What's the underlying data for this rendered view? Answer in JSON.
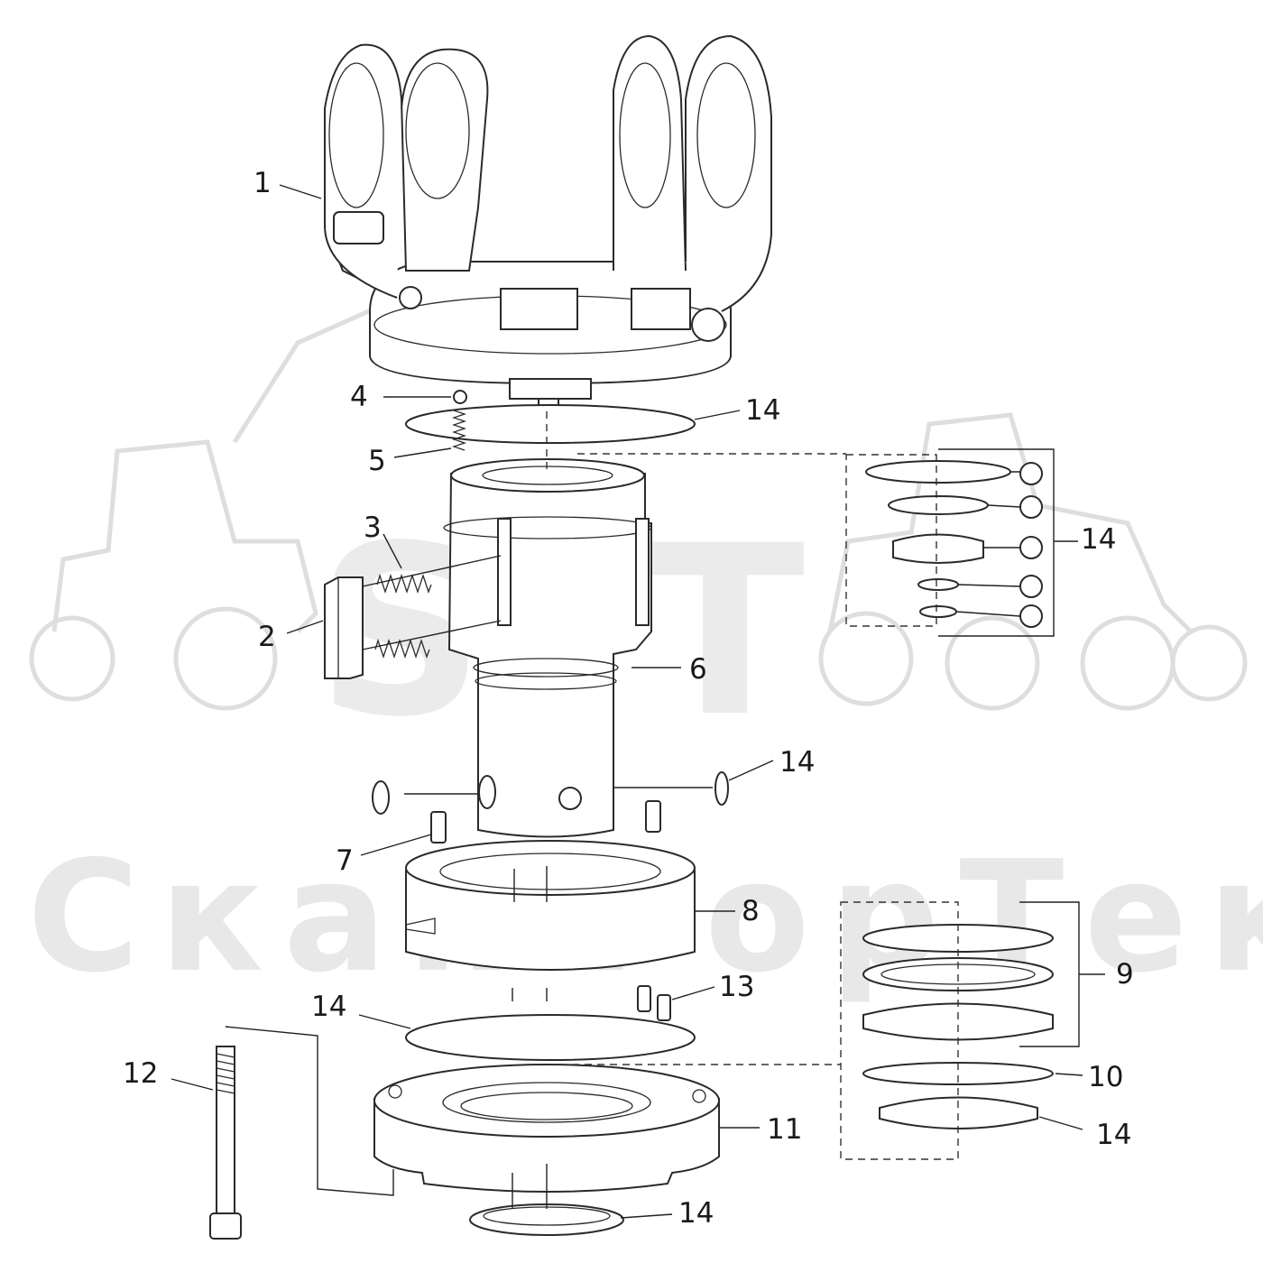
{
  "watermark": {
    "logo_text": "SFT",
    "company_name": "СканФорТек"
  },
  "callouts": [
    {
      "id": "c1",
      "label": "1"
    },
    {
      "id": "c2",
      "label": "2"
    },
    {
      "id": "c3",
      "label": "3"
    },
    {
      "id": "c4",
      "label": "4"
    },
    {
      "id": "c5",
      "label": "5"
    },
    {
      "id": "c6",
      "label": "6"
    },
    {
      "id": "c7",
      "label": "7"
    },
    {
      "id": "c8",
      "label": "8"
    },
    {
      "id": "c9",
      "label": "9"
    },
    {
      "id": "c10",
      "label": "10"
    },
    {
      "id": "c11",
      "label": "11"
    },
    {
      "id": "c12",
      "label": "12"
    },
    {
      "id": "c13",
      "label": "13"
    },
    {
      "id": "c14a",
      "label": "14"
    },
    {
      "id": "c14b",
      "label": "14"
    },
    {
      "id": "c14c",
      "label": "14"
    },
    {
      "id": "c14d",
      "label": "14"
    },
    {
      "id": "c14e",
      "label": "14"
    },
    {
      "id": "c14f",
      "label": "14"
    }
  ]
}
